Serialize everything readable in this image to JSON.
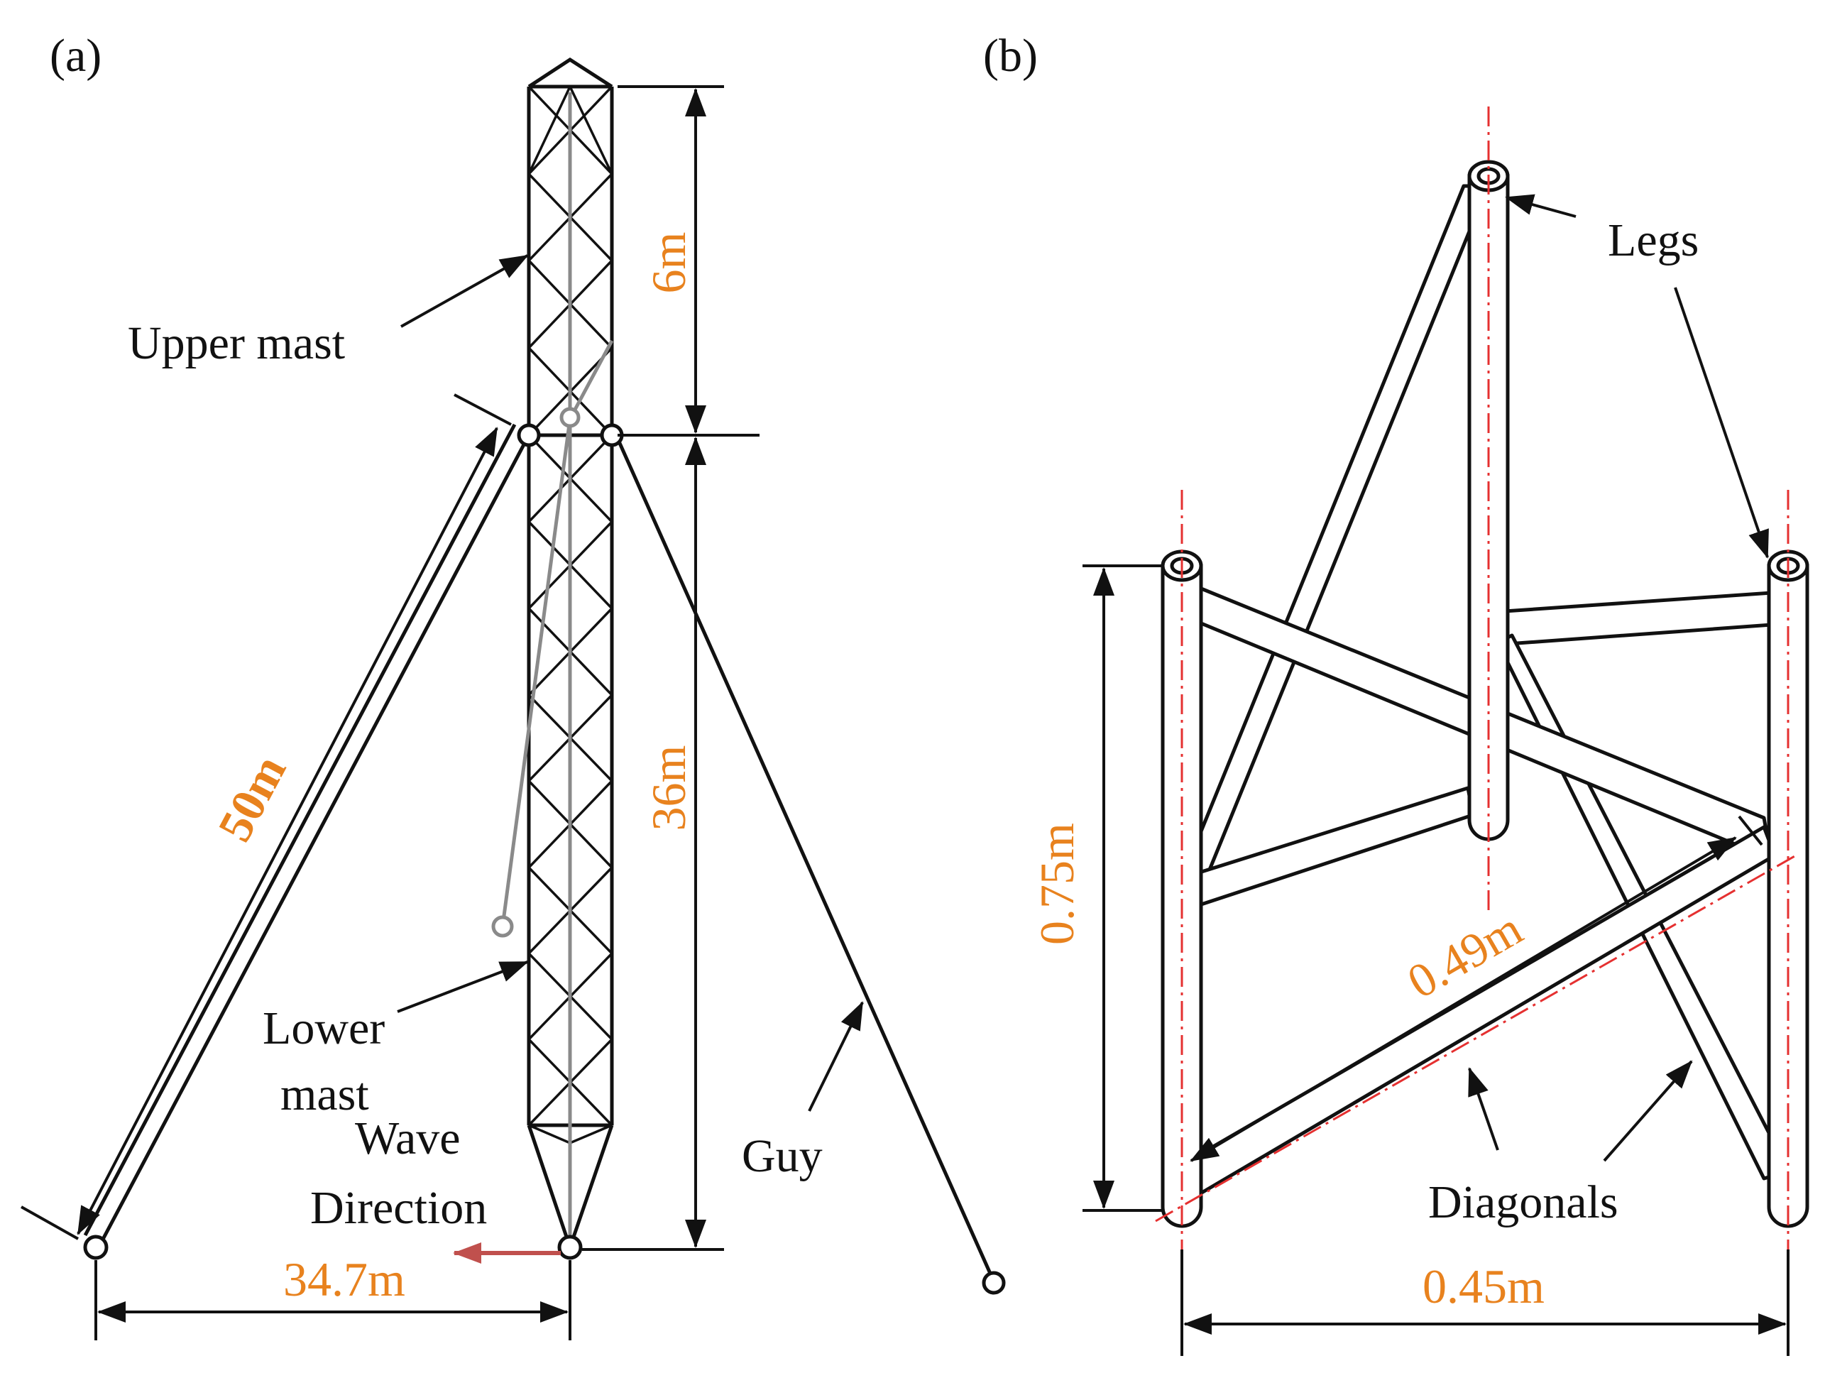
{
  "panels": {
    "a": {
      "tag": "(a)",
      "labels": {
        "upper_mast": "Upper mast",
        "lower_mast_line1": "Lower",
        "lower_mast_line2": "mast",
        "guy": "Guy",
        "wave_line1": "Wave",
        "wave_line2": "Direction"
      },
      "dimensions": {
        "upper_height": "6m",
        "lower_height": "36m",
        "strut_length": "50m",
        "base_span": "34.7m"
      }
    },
    "b": {
      "tag": "(b)",
      "labels": {
        "legs": "Legs",
        "diagonals": "Diagonals"
      },
      "dimensions": {
        "height": "0.75m",
        "diagonal_length": "0.49m",
        "width": "0.45m"
      }
    }
  },
  "colors": {
    "line": "#111111",
    "dimension_text": "#E8821E",
    "wave": "#C0504D",
    "centerline": "#E53030",
    "ghost": "#8A8A8A"
  }
}
